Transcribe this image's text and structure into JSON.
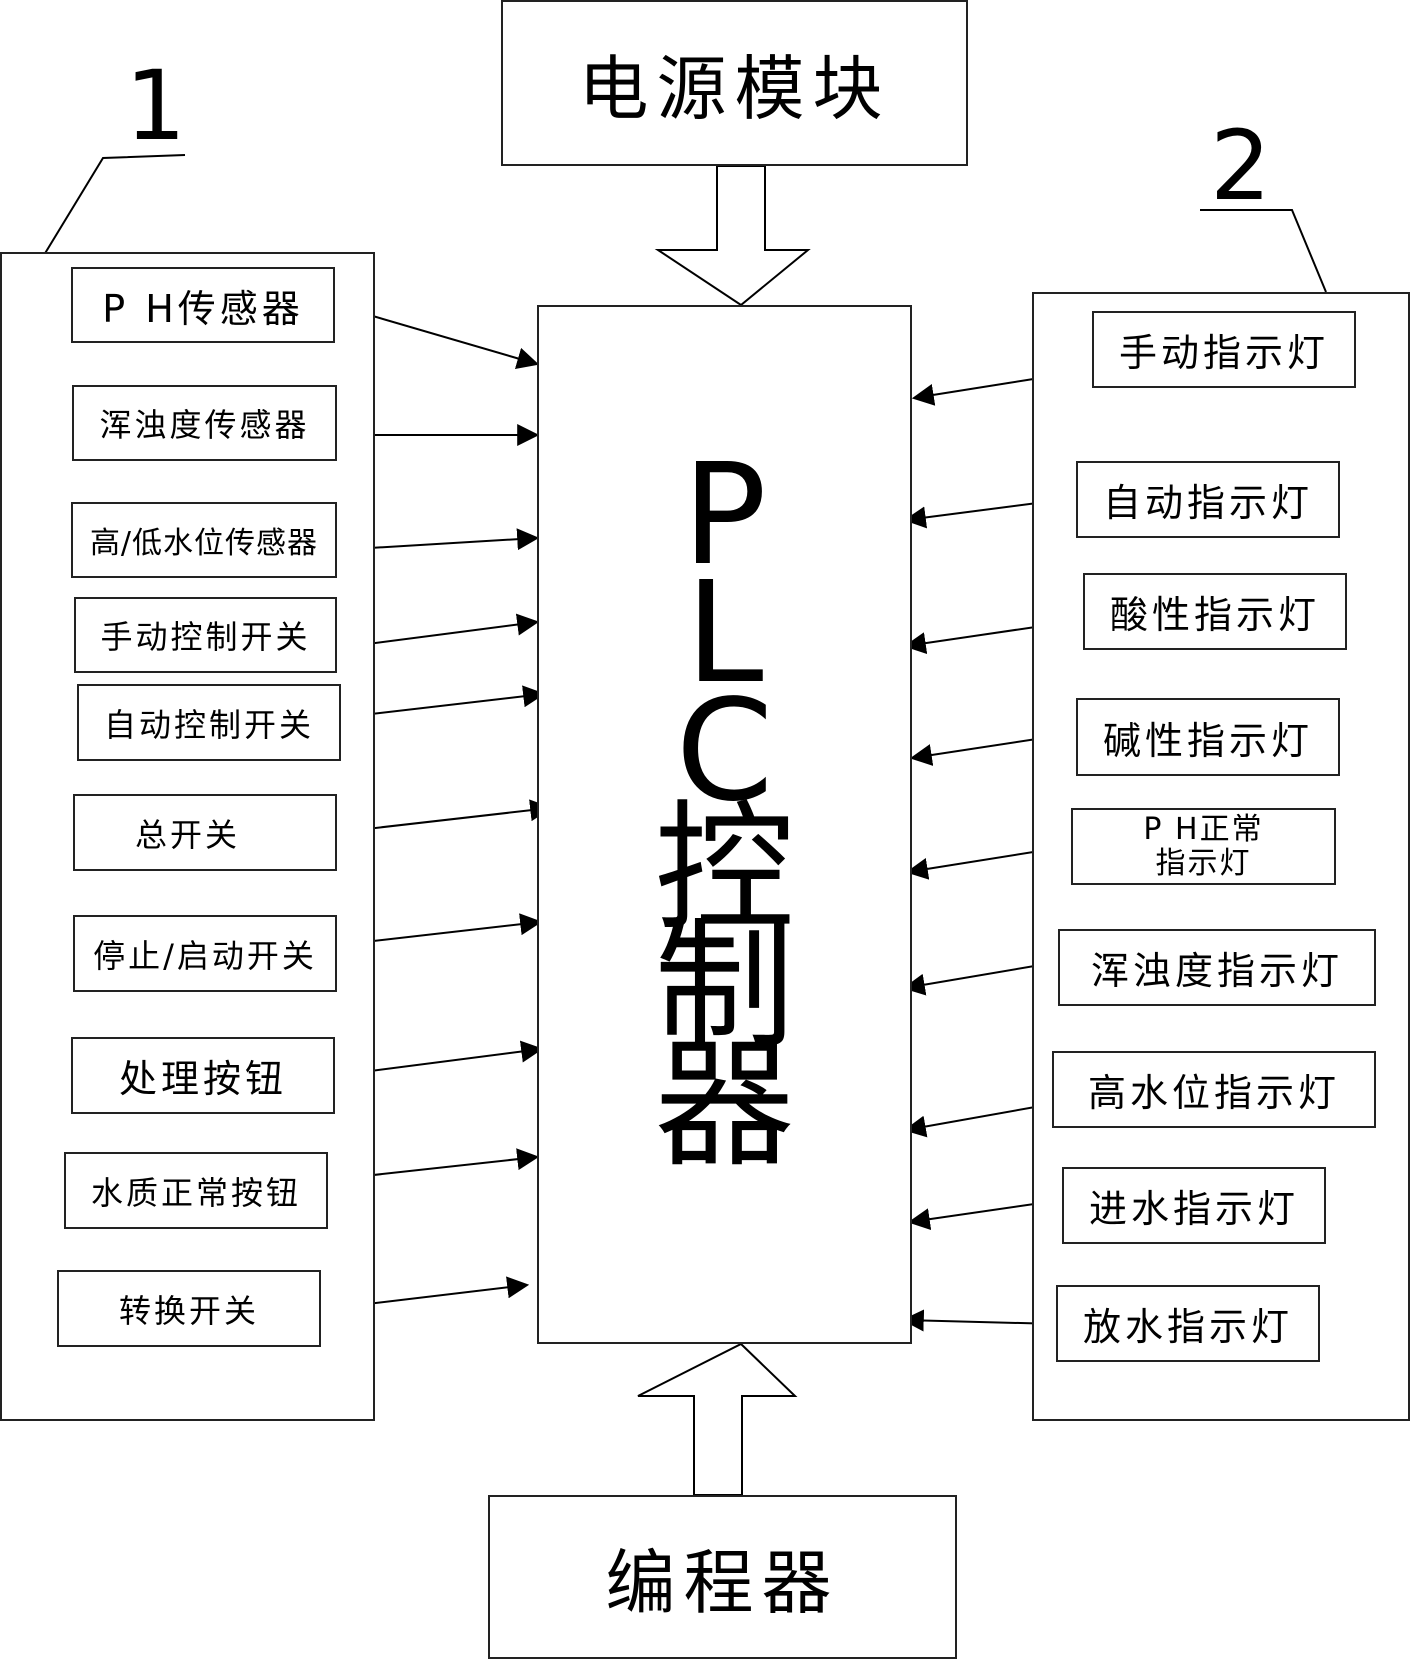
{
  "labels": {
    "group_left_number": "1",
    "group_right_number": "2",
    "power": "电源模块",
    "programmer": "编程器",
    "plc_chars": [
      "P",
      "L",
      "C",
      "控",
      "制",
      "器"
    ]
  },
  "inputs": [
    "P H传感器",
    "浑浊度传感器",
    "高/低水位传感器",
    "手动控制开关",
    "自动控制开关",
    "总开关",
    "停止/启动开关",
    "处理按钮",
    "水质正常按钮",
    "转换开关"
  ],
  "outputs": [
    "手动指示灯",
    "自动指示灯",
    "酸性指示灯",
    "碱性指示灯",
    "P H正常",
    "指示灯",
    "浑浊度指示灯",
    "高水位指示灯",
    "进水指示灯",
    "放水指示灯"
  ]
}
